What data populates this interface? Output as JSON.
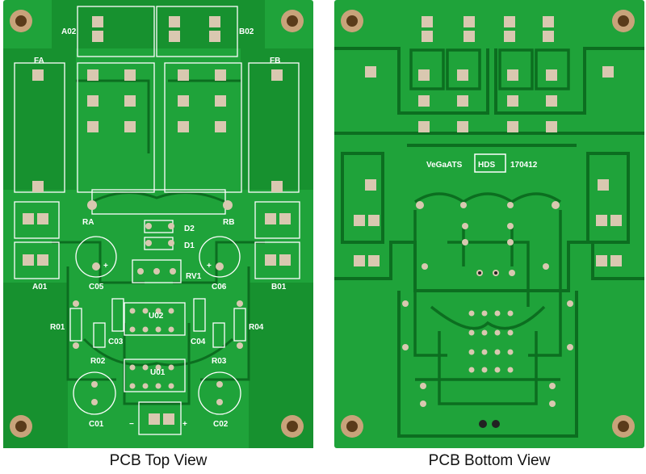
{
  "top_view": {
    "caption": "PCB Top View",
    "labels": {
      "a02": "A02",
      "b02": "B02",
      "fa": "FA",
      "fb": "FB",
      "ra": "RA",
      "rb": "RB",
      "d1": "D1",
      "d2": "D2",
      "a01": "A01",
      "b01": "B01",
      "c05": "C05",
      "c06": "C06",
      "rv1": "RV1",
      "u02": "U02",
      "u01": "U01",
      "r01": "R01",
      "r02": "R02",
      "r03": "R03",
      "r04": "R04",
      "c03": "C03",
      "c04": "C04",
      "c01": "C01",
      "c02": "C02",
      "plus_left": "+",
      "plus_right": "+",
      "minus_bottom": "−",
      "plus_bottom": "+"
    }
  },
  "bottom_view": {
    "caption": "PCB Bottom View",
    "brand_left": "VeGaATS",
    "brand_box": "HDS",
    "brand_right": "170412"
  },
  "colors": {
    "board": "#1fa33a",
    "copper": "#128a2b",
    "pad": "#c8a37a",
    "hole": "#2b2b2b",
    "silkscreen": "#ffffff"
  }
}
